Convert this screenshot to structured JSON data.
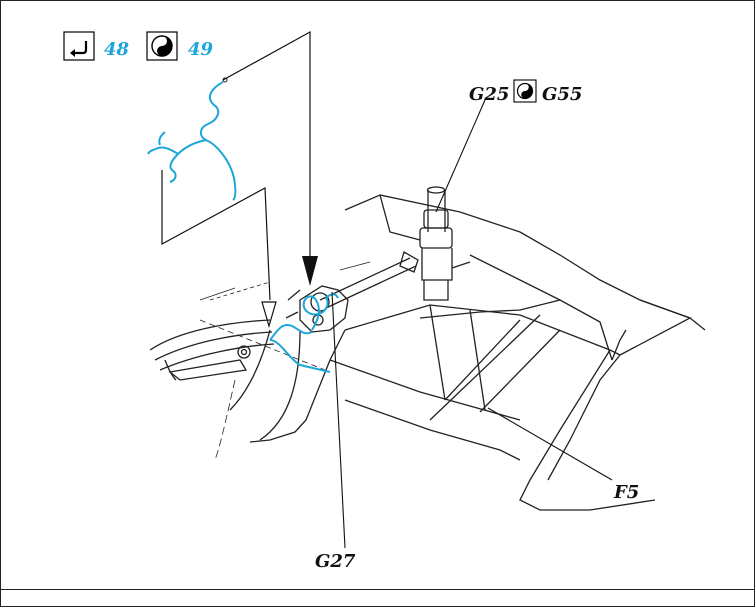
{
  "colors": {
    "thread": "#1da6d8",
    "ink": "#222222",
    "box": "#000000"
  },
  "header": {
    "icons": [
      "return-arrow-icon",
      "yin-yang-icon"
    ],
    "ref1": "48",
    "ref2": "49"
  },
  "callouts": {
    "g25": "G25",
    "g55": "G55",
    "g27": "G27",
    "f5": "F5"
  }
}
